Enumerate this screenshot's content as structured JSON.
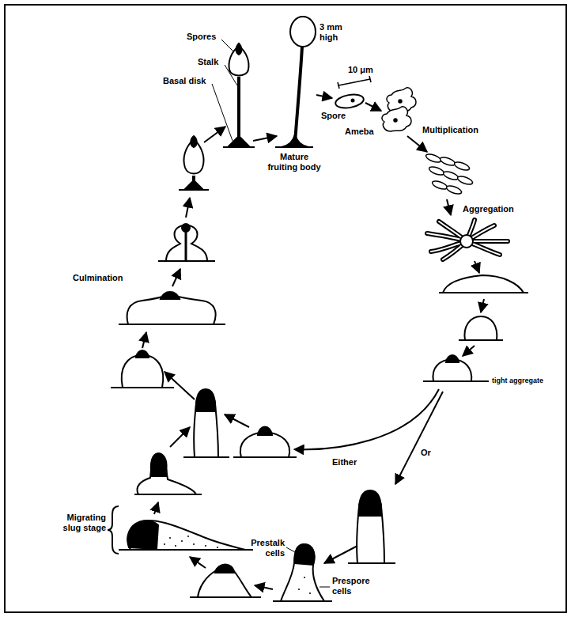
{
  "diagram": {
    "labels": [
      "Spores",
      "Stalk",
      "Basal disk",
      "3 mm high",
      "Mature fruiting body",
      "10 μm",
      "Spore",
      "Ameba",
      "Multiplication",
      "Aggregation",
      "tight aggregate",
      "Either",
      "Or",
      "Culmination",
      "Migrating slug stage",
      "Prestalk cells",
      "Prespore cells"
    ]
  }
}
